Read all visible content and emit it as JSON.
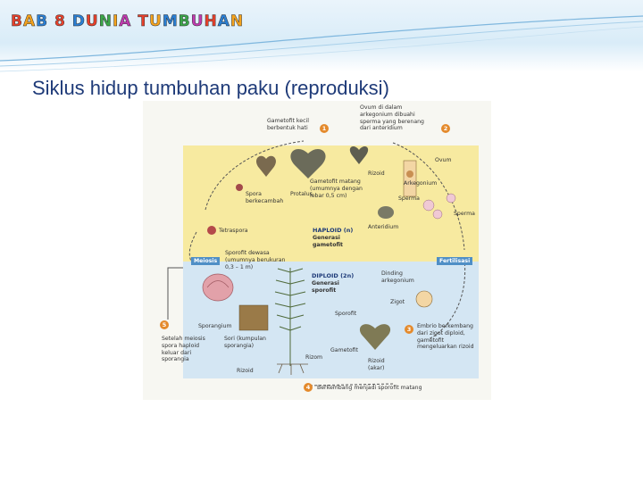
{
  "header": {
    "chapter_letters": [
      {
        "ch": "B",
        "color": "#e8402b"
      },
      {
        "ch": "A",
        "color": "#f4a21c"
      },
      {
        "ch": "B",
        "color": "#2a7fd4"
      },
      {
        "ch": " ",
        "color": "#000000"
      },
      {
        "ch": "8",
        "color": "#e8402b"
      },
      {
        "ch": " ",
        "color": "#000000"
      },
      {
        "ch": "D",
        "color": "#2a7fd4"
      },
      {
        "ch": "U",
        "color": "#e8402b"
      },
      {
        "ch": "N",
        "color": "#3aa648"
      },
      {
        "ch": "I",
        "color": "#f4a21c"
      },
      {
        "ch": "A",
        "color": "#c03ab0"
      },
      {
        "ch": " ",
        "color": "#000000"
      },
      {
        "ch": "T",
        "color": "#e8402b"
      },
      {
        "ch": "U",
        "color": "#f4a21c"
      },
      {
        "ch": "M",
        "color": "#2a7fd4"
      },
      {
        "ch": "B",
        "color": "#3aa648"
      },
      {
        "ch": "U",
        "color": "#c03ab0"
      },
      {
        "ch": "H",
        "color": "#e8402b"
      },
      {
        "ch": "A",
        "color": "#2a7fd4"
      },
      {
        "ch": "N",
        "color": "#f4a21c"
      }
    ]
  },
  "slide": {
    "title": "Siklus hidup tumbuhan paku (reproduksi)"
  },
  "diagram": {
    "steps": [
      "1",
      "2",
      "3",
      "4",
      "5"
    ],
    "labels": {
      "gametofit_kecil": "Gametofit kecil\nberbentuk hati",
      "ovum_arkegonium": "Ovum di dalam\narkegonium dibuahi\nsperma yang berenang\ndari anteridium",
      "ovum": "Ovum",
      "rizoid_top": "Rizoid",
      "gametofit_matang": "Gametofit matang\n(umumnya dengan\nlebar 0,5 cm)",
      "arkegonium": "Arkegonium",
      "sperma_mid": "Sperma",
      "sperma_right": "Sperma",
      "spora_berkecambah": "Spora\nberkecambah",
      "protalus": "Protalus",
      "anteridium": "Anteridium",
      "tetraspora": "Tetraspora",
      "haploid": "HAPLOID (n)",
      "generasi_gametofit": "Generasi\ngametofit",
      "sporofit_dewasa": "Sporofit dewasa\n(umumnya berukuran\n0,3 – 1 m)",
      "meiosis": "Meiosis",
      "fertilisasi": "Fertilisasi",
      "diploid": "DIPLOID (2n)",
      "generasi_sporofit": "Generasi\nsporofit",
      "dinding_arkegonium": "Dinding\narkegonium",
      "zigot": "Zigot",
      "sporofit": "Sporofit",
      "sporangium": "Sporangium",
      "setelah_meiosis": "Setelah meiosis\nspora haploid\nkeluar dari\nsporangia",
      "sori": "Sori (kumpulan\nsporangia)",
      "gametofit_low": "Gametofit",
      "rizom": "Rizom",
      "embrio": "Embrio berkembang\ndari zigot diploid,\ngametofit\nmengeluarkan rizoid",
      "rizoid_low": "Rizoid",
      "rizoid_akar": "Rizoid\n(akar)",
      "berkembang": "Berkembang menjadi sporofit matang"
    }
  }
}
